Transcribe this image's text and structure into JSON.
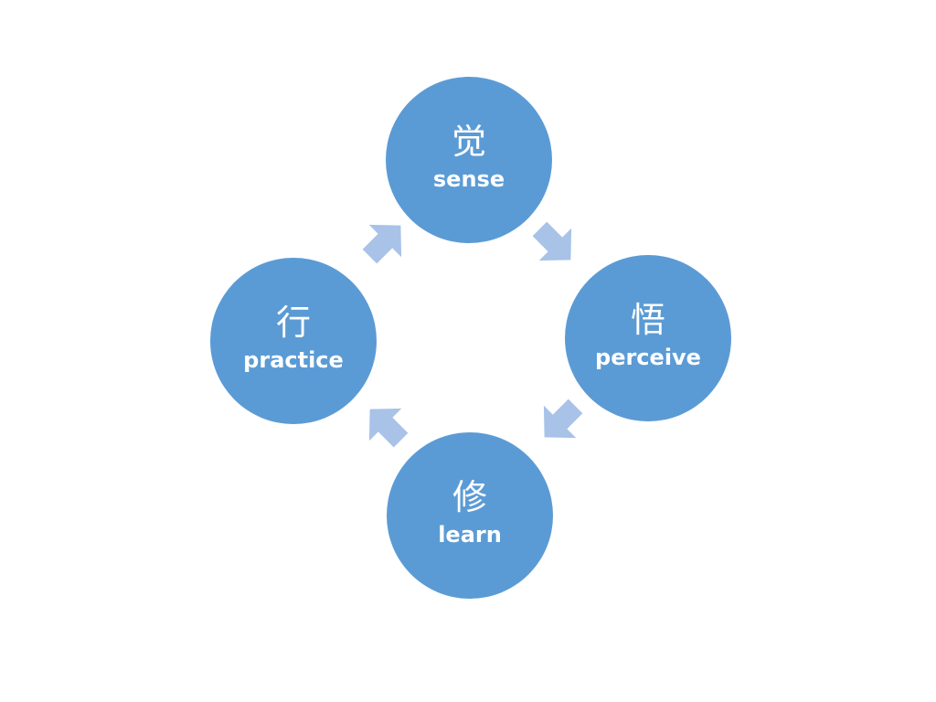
{
  "diagram": {
    "colors": {
      "node_fill": "#5b9bd5",
      "arrow_fill": "#a8c2e8",
      "text": "#ffffff"
    },
    "nodes": [
      {
        "id": "sense",
        "chinese": "觉",
        "english": "sense"
      },
      {
        "id": "perceive",
        "chinese": "悟",
        "english": "perceive"
      },
      {
        "id": "learn",
        "chinese": "修",
        "english": "learn"
      },
      {
        "id": "practice",
        "chinese": "行",
        "english": "practice"
      }
    ],
    "cycle_direction": "clockwise"
  }
}
